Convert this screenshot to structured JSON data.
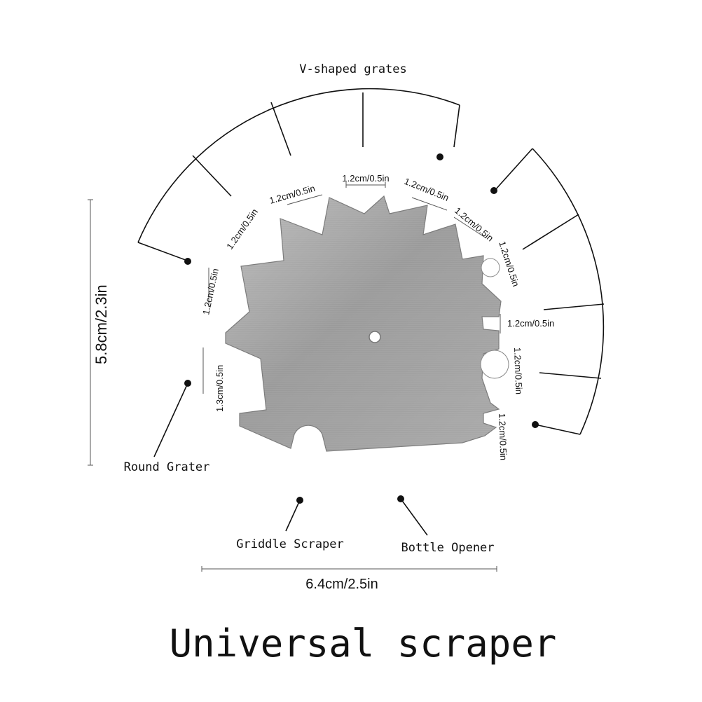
{
  "diagram": {
    "labels": {
      "v_grates": "V-shaped grates",
      "round_grater": "Round Grater",
      "griddle_scraper": "Griddle Scraper",
      "bottle_opener": "Bottle Opener"
    },
    "dimensions": {
      "height": "5.8cm/2.3in",
      "width": "6.4cm/2.5in",
      "tooth": "1.2cm/0.5in",
      "left_notch": "1.3cm/0.5in"
    },
    "title": "Universal scraper",
    "colors": {
      "ink": "#111111",
      "steel_light": "#cfcfcf",
      "steel_dark": "#8a8a8a"
    }
  }
}
